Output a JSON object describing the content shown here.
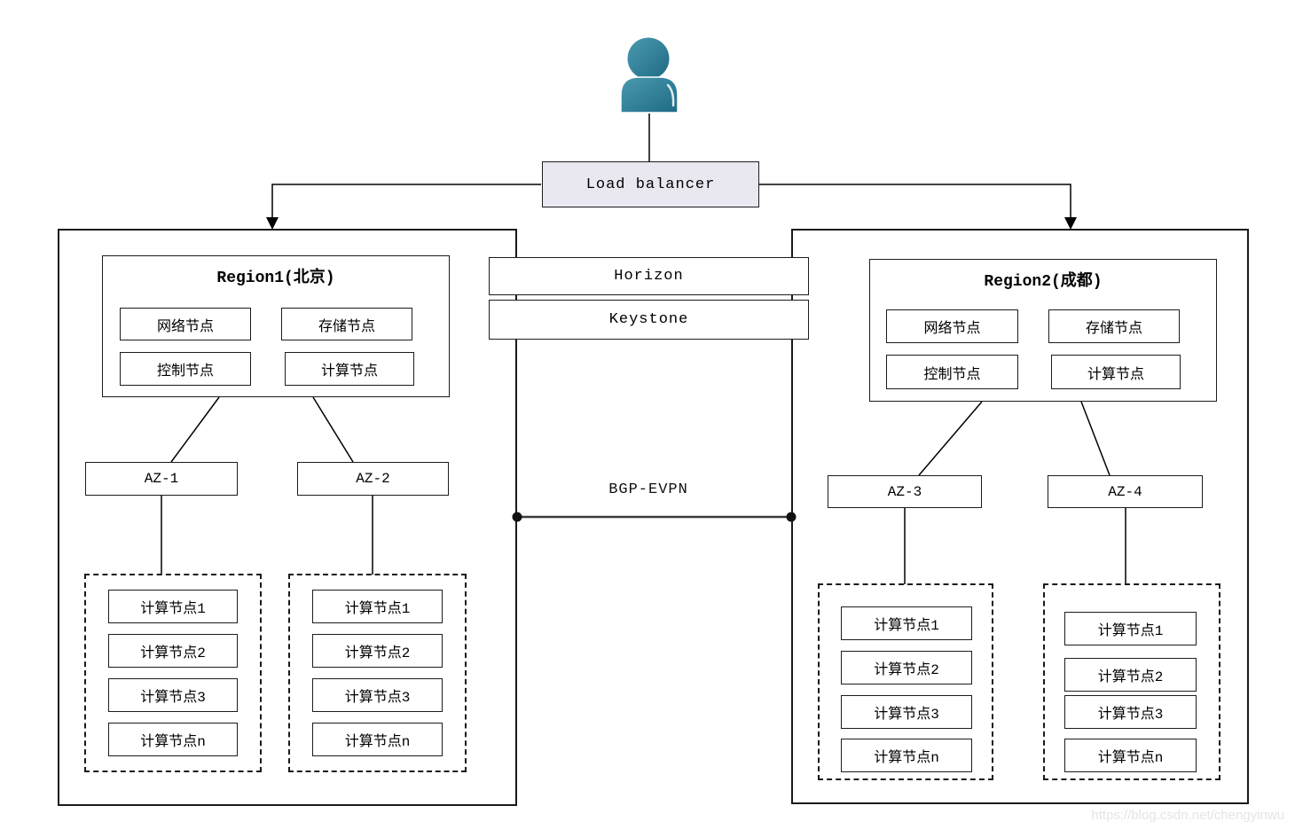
{
  "diagram": {
    "load_balancer_label": "Load balancer",
    "horizon_label": "Horizon",
    "keystone_label": "Keystone",
    "bgp_evpn_label": "BGP-EVPN",
    "watermark": "https://blog.csdn.net/chengyinwu"
  },
  "colors": {
    "person_icon": "#2e7e99",
    "load_balancer_fill": "#e9e8f1",
    "line": "#000000",
    "bgp_line": "#3a3a3a",
    "watermark_text": "#e4e4ea"
  },
  "region1": {
    "title": "Region1(北京)",
    "nodes": [
      "网络节点",
      "存储节点",
      "控制节点",
      "计算节点"
    ],
    "azs": [
      {
        "label": "AZ-1",
        "compute_nodes": [
          "计算节点1",
          "计算节点2",
          "计算节点3",
          "计算节点n"
        ]
      },
      {
        "label": "AZ-2",
        "compute_nodes": [
          "计算节点1",
          "计算节点2",
          "计算节点3",
          "计算节点n"
        ]
      }
    ]
  },
  "region2": {
    "title": "Region2(成都)",
    "nodes": [
      "网络节点",
      "存储节点",
      "控制节点",
      "计算节点"
    ],
    "azs": [
      {
        "label": "AZ-3",
        "compute_nodes": [
          "计算节点1",
          "计算节点2",
          "计算节点3",
          "计算节点n"
        ]
      },
      {
        "label": "AZ-4",
        "compute_nodes": [
          "计算节点1",
          "计算节点2",
          "计算节点3",
          "计算节点n"
        ]
      }
    ]
  }
}
